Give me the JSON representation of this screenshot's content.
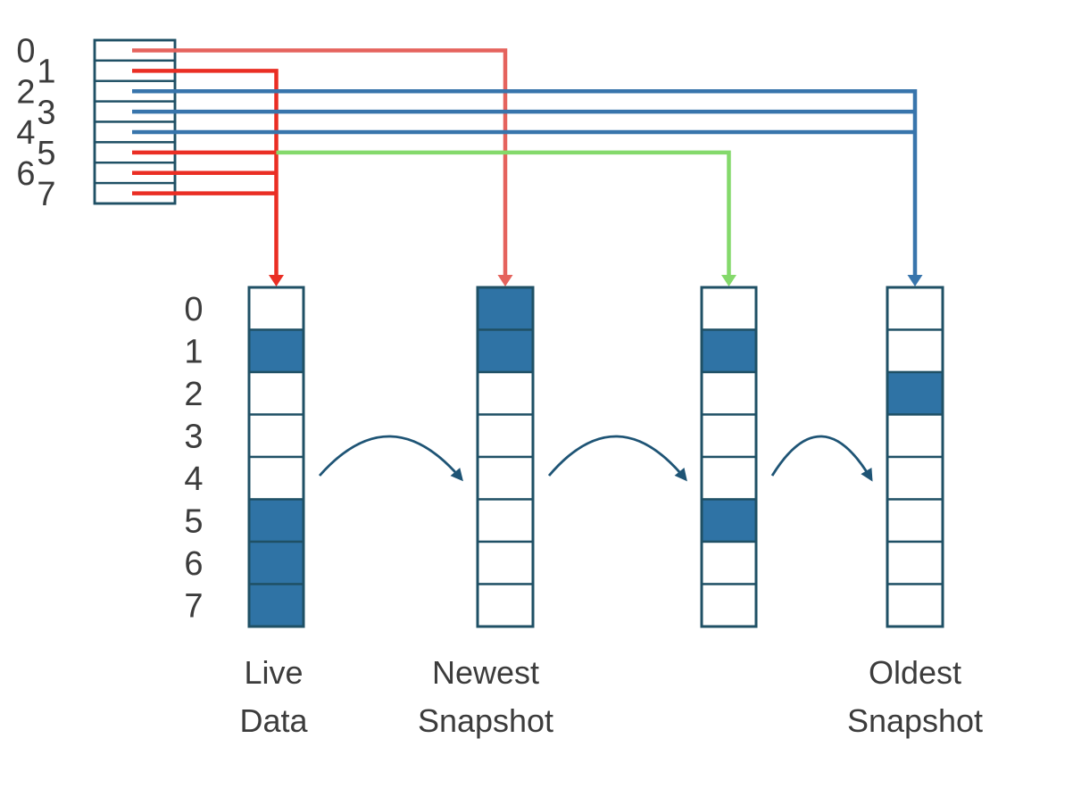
{
  "colors": {
    "background": "#FFFFFF",
    "cell_border": "#1F5065",
    "cell_fill": "#2F73A5",
    "red": "#EA2E24",
    "salmon": "#E5635D",
    "blue": "#3875AC",
    "green": "#84D96B",
    "arc_arrow": "#1E5475",
    "text": "#3C3C3C"
  },
  "register": {
    "rows": 8,
    "index_labels": [
      "0",
      "1",
      "2",
      "3",
      "4",
      "5",
      "6",
      "7"
    ]
  },
  "row_index_labels": [
    "0",
    "1",
    "2",
    "3",
    "4",
    "5",
    "6",
    "7"
  ],
  "columns": [
    {
      "id": "live-data",
      "cells": 8,
      "filled_cells": [
        1,
        5,
        6,
        7
      ],
      "label_lines": [
        "Live",
        "Data"
      ]
    },
    {
      "id": "newest-snapshot",
      "cells": 8,
      "filled_cells": [
        0,
        1
      ],
      "label_lines": [
        "Newest",
        "Snapshot"
      ]
    },
    {
      "id": "middle-snapshot",
      "cells": 8,
      "filled_cells": [
        1,
        5
      ],
      "label_lines": []
    },
    {
      "id": "oldest-snapshot",
      "cells": 8,
      "filled_cells": [
        2
      ],
      "label_lines": [
        "Oldest",
        "Snapshot"
      ]
    }
  ],
  "connections": [
    {
      "from_register_row": 0,
      "to_column": "newest-snapshot",
      "color": "salmon"
    },
    {
      "from_register_row": 1,
      "to_column": "live-data",
      "color": "red"
    },
    {
      "from_register_row": 2,
      "to_column": "oldest-snapshot",
      "color": "blue"
    },
    {
      "from_register_row": 3,
      "to_column": "oldest-snapshot",
      "color": "blue"
    },
    {
      "from_register_row": 4,
      "to_column": "oldest-snapshot",
      "color": "blue"
    },
    {
      "from_register_row": 5,
      "to_column": "live-data",
      "color": "red"
    },
    {
      "from_register_row": 5,
      "to_column": "middle-snapshot",
      "color": "green",
      "branch_from_column": "live-data"
    },
    {
      "from_register_row": 6,
      "to_column": "live-data",
      "color": "red"
    },
    {
      "from_register_row": 7,
      "to_column": "live-data",
      "color": "red"
    }
  ],
  "copy_arrows": [
    {
      "from": "live-data",
      "to": "newest-snapshot"
    },
    {
      "from": "newest-snapshot",
      "to": "middle-snapshot"
    },
    {
      "from": "middle-snapshot",
      "to": "oldest-snapshot"
    }
  ]
}
